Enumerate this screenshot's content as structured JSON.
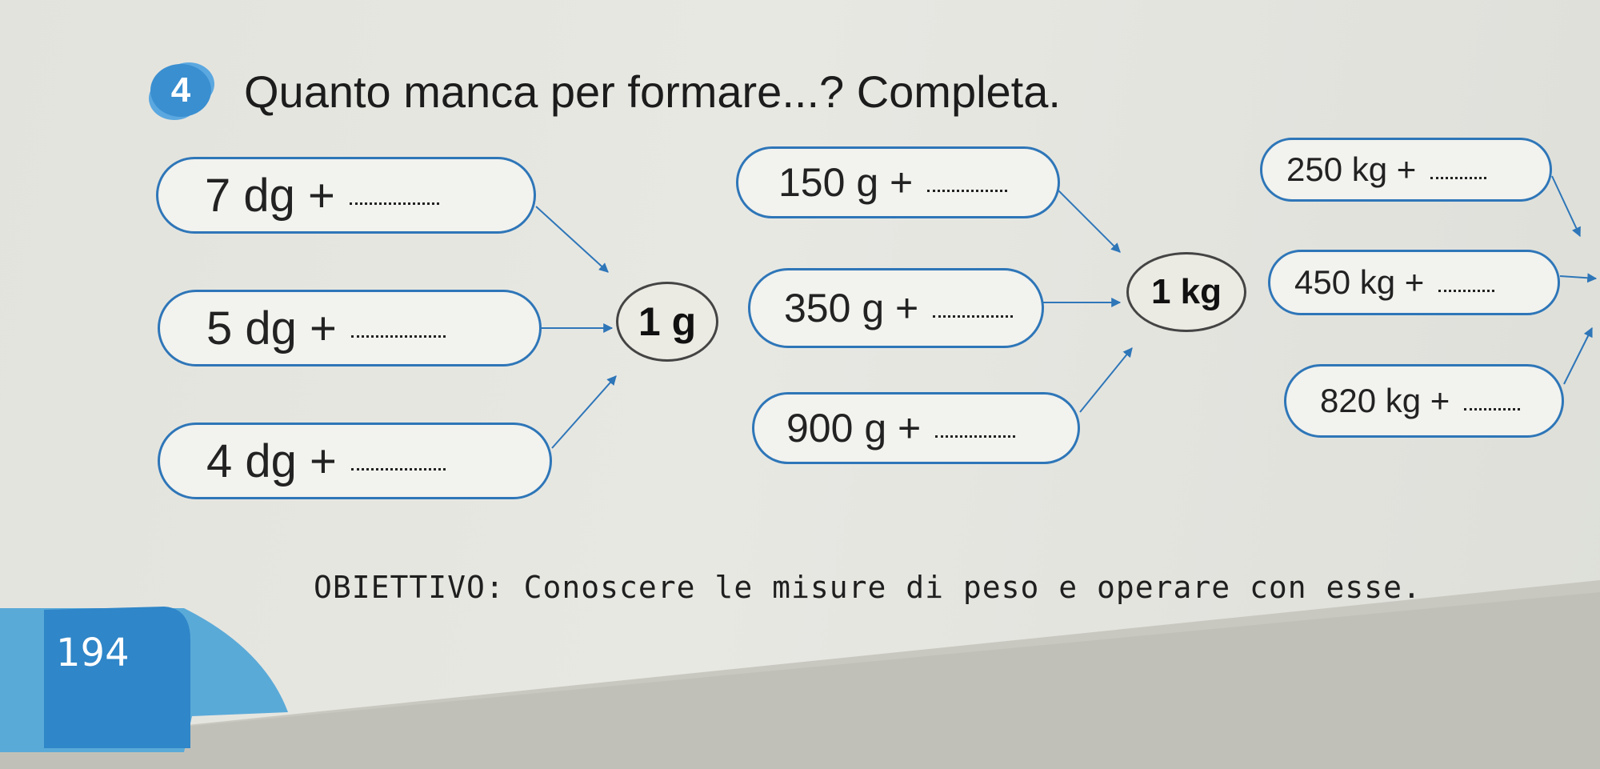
{
  "exercise": {
    "number": "4",
    "title": "Quanto manca per formare...? Completa."
  },
  "group_grams": {
    "target": "1 g",
    "items": [
      {
        "expr": "7 dg +"
      },
      {
        "expr": "5 dg +"
      },
      {
        "expr": "4 dg +"
      }
    ]
  },
  "group_kilo": {
    "target": "1 kg",
    "items": [
      {
        "expr": "150 g +"
      },
      {
        "expr": "350 g +"
      },
      {
        "expr": "900 g +"
      }
    ]
  },
  "group_tons": {
    "items": [
      {
        "expr": "250 kg +"
      },
      {
        "expr": "450 kg +"
      },
      {
        "expr": "820 kg +"
      }
    ]
  },
  "footer": {
    "objective": "OBIETTIVO: Conoscere le misure di peso e operare con esse.",
    "page_number": "194"
  },
  "colors": {
    "accent": "#2e76b8",
    "badge": "#3a8fd0",
    "page_tab": "#2f86c8"
  }
}
